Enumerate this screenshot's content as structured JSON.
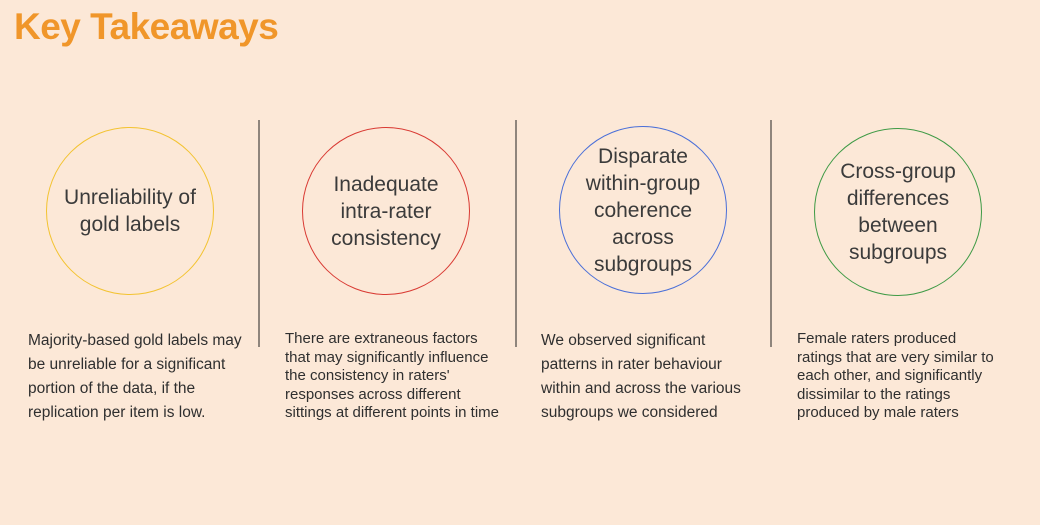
{
  "title": "Key Takeaways",
  "colors": {
    "background": "#fce8d7",
    "title": "#f0962a",
    "divider": "#8f857c"
  },
  "takeaways": [
    {
      "heading": "Unreliability of gold labels",
      "circle_color": "#f3c331",
      "description": "Majority-based gold labels may be unreliable for a significant portion of the data, if the replication per item is low."
    },
    {
      "heading": "Inadequate intra-rater consistency",
      "circle_color": "#d93a33",
      "description": "There are extraneous factors that may significantly influence the consistency in raters' responses across different sittings at different points in time"
    },
    {
      "heading": "Disparate within-group coherence across subgroups",
      "circle_color": "#4a6fd8",
      "description": "We observed significant patterns in rater behaviour within and across the various subgroups we considered"
    },
    {
      "heading": "Cross-group differences between subgroups",
      "circle_color": "#3e9a45",
      "description": "Female raters produced ratings that are very similar to each other, and significantly dissimilar to the ratings produced by male raters"
    }
  ]
}
